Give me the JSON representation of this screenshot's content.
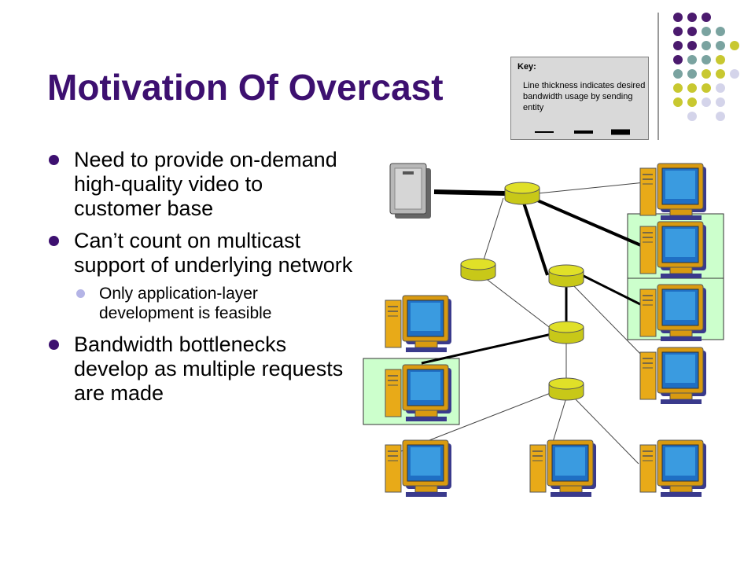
{
  "slide": {
    "title": "Motivation Of Overcast",
    "bullets": [
      {
        "text": "Need to provide on-demand high-quality video to customer base",
        "level": 1
      },
      {
        "text": "Can’t count on multicast support of underlying network",
        "level": 1
      },
      {
        "text": "Only application-layer development is feasible",
        "level": 2
      },
      {
        "text": "Bandwidth bottlenecks develop as multiple requests are made",
        "level": 1
      }
    ]
  },
  "key": {
    "label": "Key:",
    "description": "Line thickness indicates desired bandwidth usage by sending entity"
  },
  "colors": {
    "title": "#3d1070",
    "bullet_level1": "#3d1070",
    "bullet_level2": "#b4b4e6",
    "router": "#d4d420",
    "highlight": "#ccffcc",
    "key_bg": "#d9d9d9",
    "dot_purple": "#4b1a6e",
    "dot_teal": "#7aa3a0",
    "dot_olive": "#c8c830",
    "dot_lavender": "#d4d4ea"
  },
  "icons": {
    "server": "server-icon",
    "router": "router-node-icon",
    "client": "desktop-computer-icon"
  }
}
